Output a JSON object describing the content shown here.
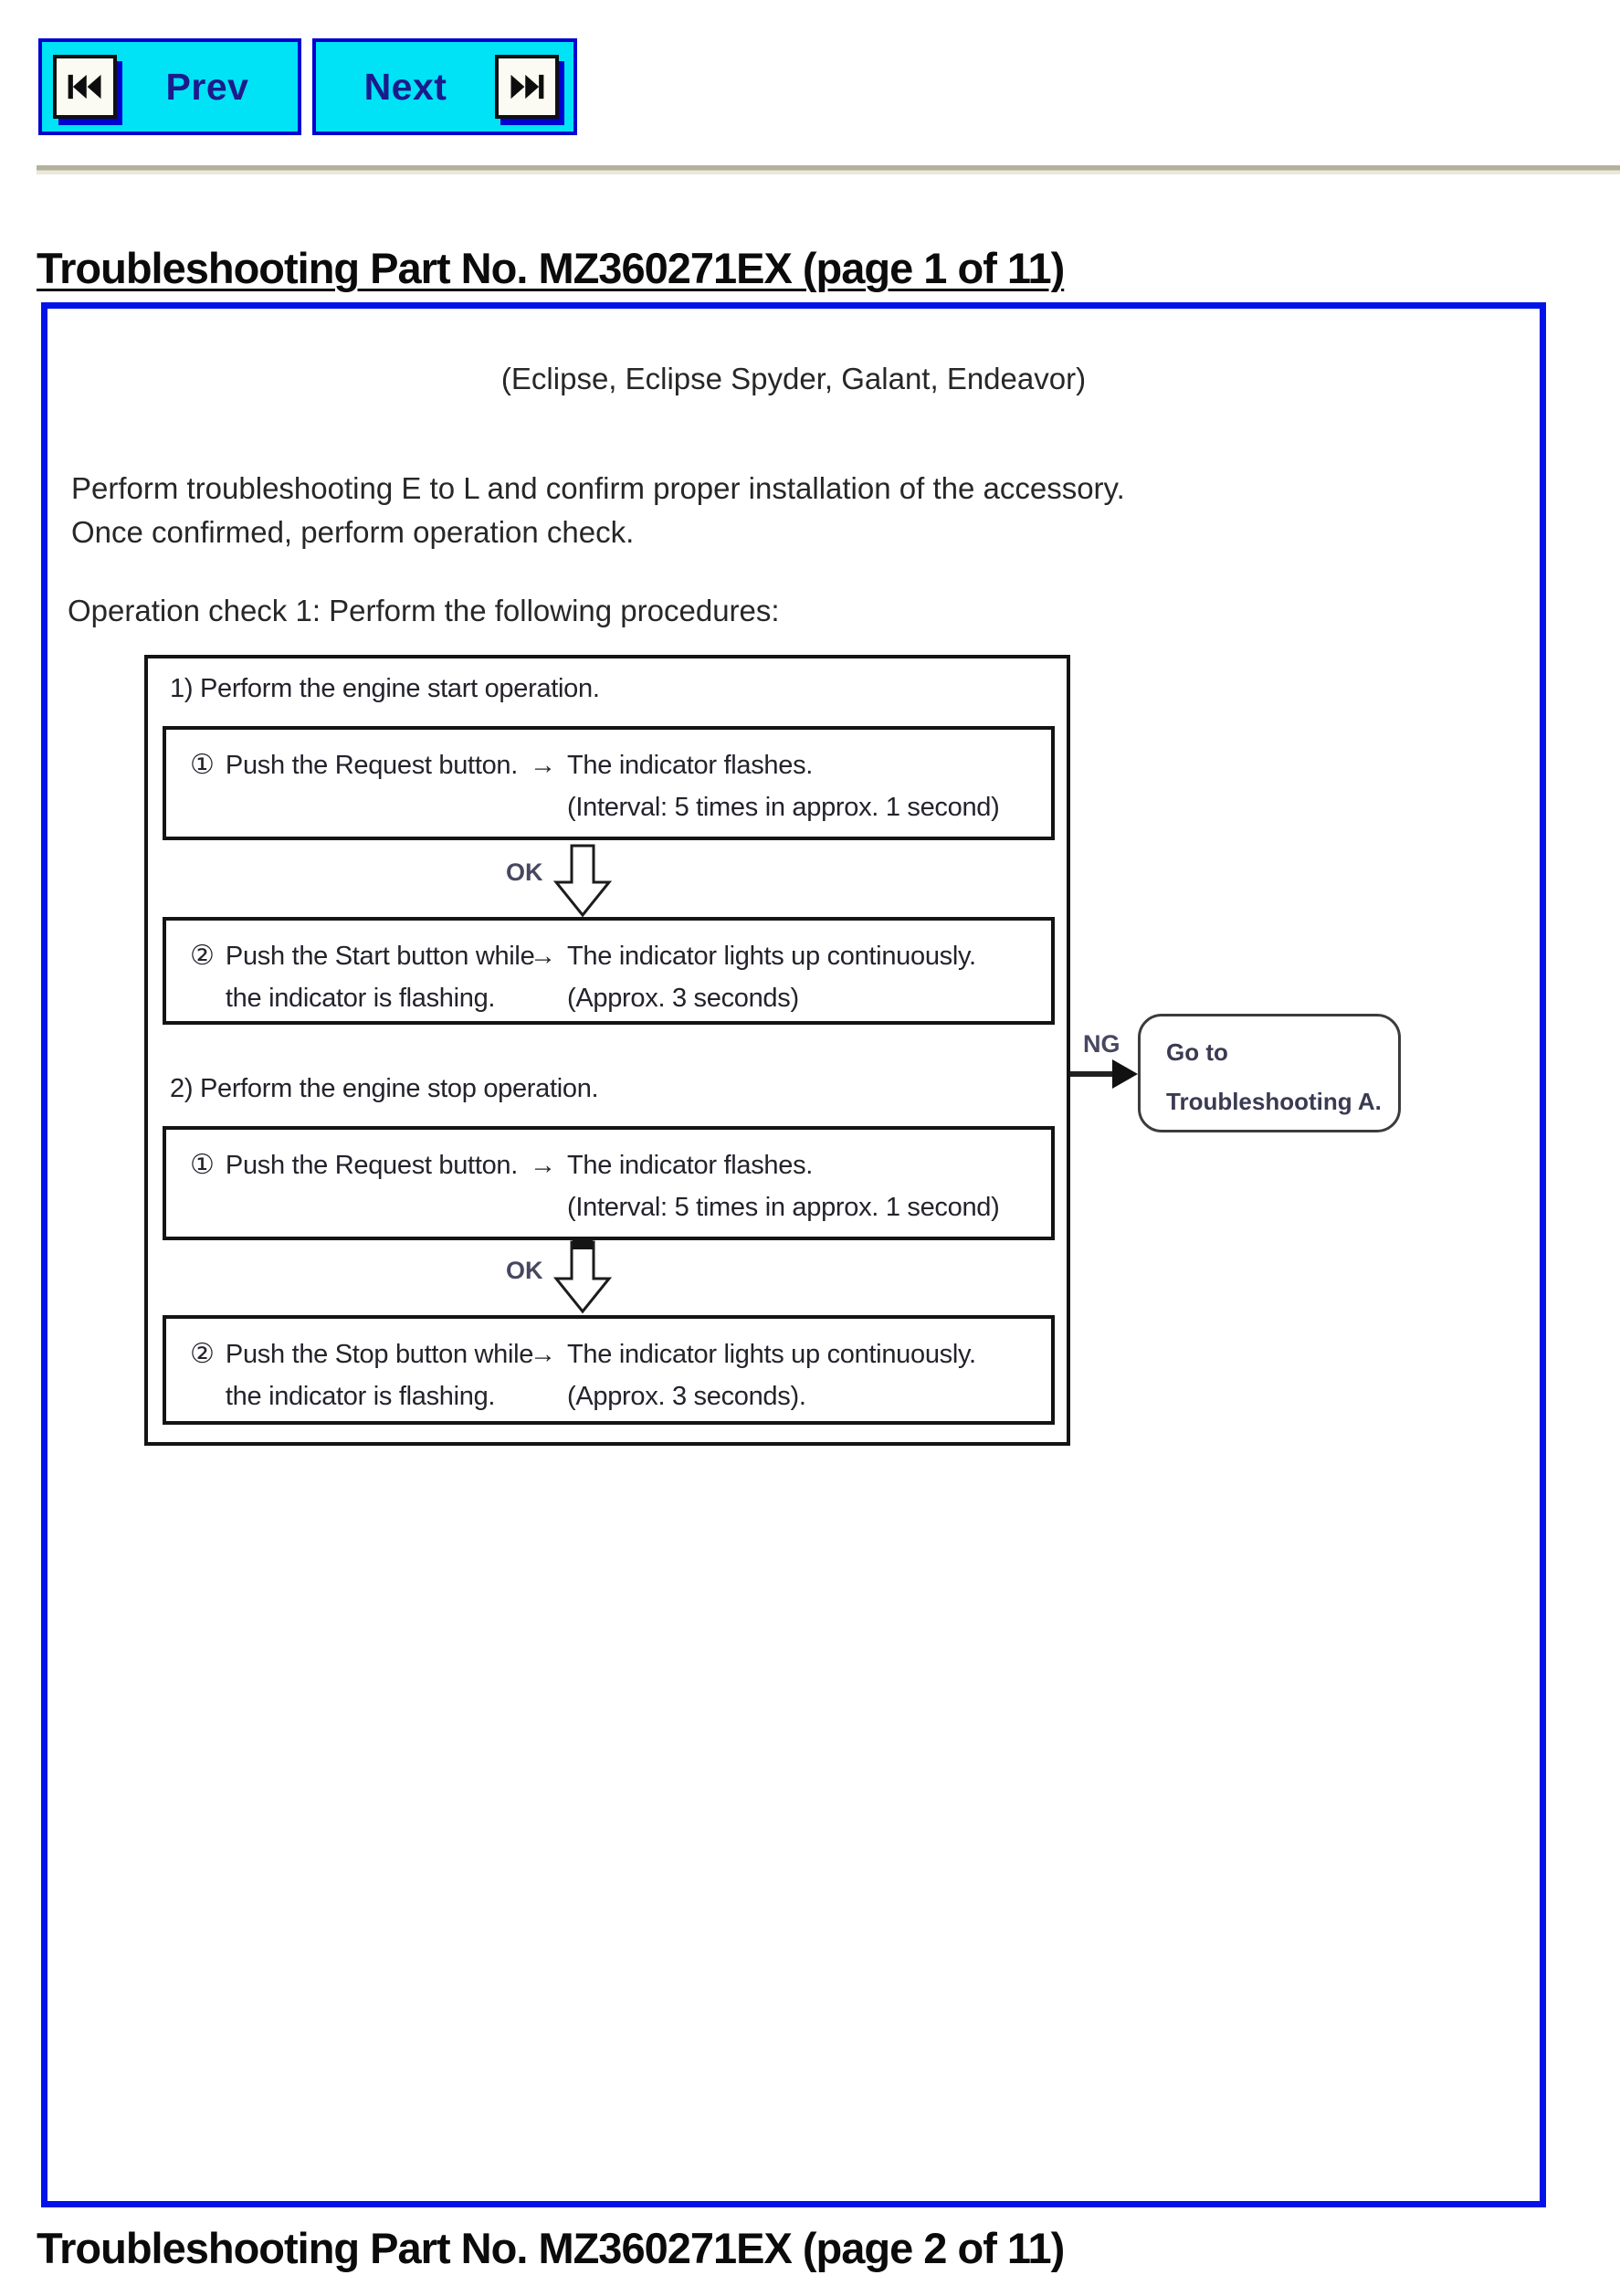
{
  "nav": {
    "prev_label": "Prev",
    "next_label": "Next"
  },
  "page1": {
    "title": "Troubleshooting Part No. MZ360271EX (page 1 of 11)",
    "subtitle": "(Eclipse, Eclipse Spyder, Galant, Endeavor)",
    "intro_line1": "Perform troubleshooting E to L and confirm proper installation of the accessory.",
    "intro_line2": "Once confirmed, perform operation check.",
    "operation_check": "Operation check 1: Perform the following procedures:",
    "flowchart": {
      "step1_label": "1) Perform the engine start operation.",
      "step2_label": "2) Perform the engine stop operation.",
      "ok_label": "OK",
      "ng_label": "NG",
      "boxes": [
        {
          "num": "①",
          "action_line1": "Push the Request button.",
          "action_line2": "",
          "arrow": "→",
          "result_line1": "The indicator flashes.",
          "result_line2": "(Interval: 5 times in approx. 1 second)"
        },
        {
          "num": "②",
          "action_line1": "Push the Start button while",
          "action_line2": "the indicator is flashing.",
          "arrow": "→",
          "result_line1": "The indicator lights up continuously.",
          "result_line2": "(Approx. 3 seconds)"
        },
        {
          "num": "①",
          "action_line1": "Push the Request button.",
          "action_line2": "",
          "arrow": "→",
          "result_line1": "The indicator flashes.",
          "result_line2": "(Interval: 5 times in approx. 1 second)"
        },
        {
          "num": "②",
          "action_line1": "Push the Stop button while",
          "action_line2": "the indicator is flashing.",
          "arrow": "→",
          "result_line1": "The indicator lights up continuously.",
          "result_line2": "(Approx. 3 seconds)."
        }
      ],
      "ng_target_line1": "Go to",
      "ng_target_line2": "Troubleshooting A."
    }
  },
  "page2": {
    "title": "Troubleshooting Part No. MZ360271EX (page 2 of 11)"
  },
  "colors": {
    "content_border_blue": "#0213e8",
    "button_cyan": "#00e2f5",
    "button_border_blue": "#0101d0",
    "button_text_navy": "#1b1b8c",
    "divider_tan": "#b3b09e"
  }
}
